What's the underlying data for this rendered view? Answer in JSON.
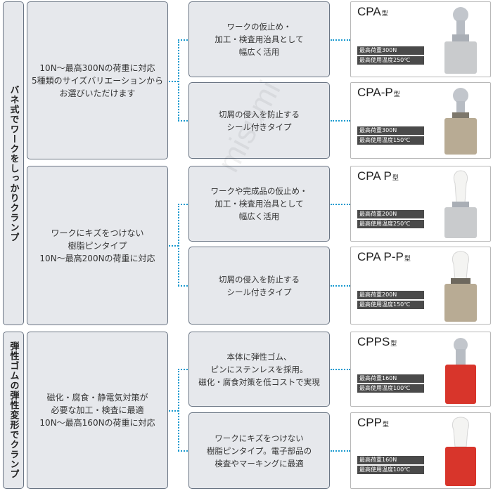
{
  "sections": [
    {
      "label": "バネ式でワークをしっかりクランプ"
    },
    {
      "label": "弾性ゴムの弾性変形でクランプ"
    }
  ],
  "groups": [
    {
      "text": "10N～最高300Nの荷重に対応\n5種類のサイズバリエーションから\nお選びいただけます"
    },
    {
      "text": "ワークにキズをつけない\n樹脂ピンタイプ\n10N～最高200Nの荷重に対応"
    },
    {
      "text": "磁化・腐食・静電気対策が\n必要な加工・検査に最適\n10N～最高160Nの荷重に対応"
    }
  ],
  "features": [
    {
      "text": "ワークの仮止め・\n加工・検査用治具として\n幅広く活用"
    },
    {
      "text": "切屑の侵入を防止する\nシール付きタイプ"
    },
    {
      "text": "ワークや完成品の仮止め・\n加工・検査用治具として\n幅広く活用"
    },
    {
      "text": "切屑の侵入を防止する\nシール付きタイプ"
    },
    {
      "text": "本体に弾性ゴム、\nピンにステンレスを採用。\n磁化・腐食対策を低コストで実現"
    },
    {
      "text": "ワークにキズをつけない\n樹脂ピンタイプ。電子部品の\n検査やマーキングに最適"
    }
  ],
  "products": [
    {
      "name": "CPA",
      "suffix": "型",
      "load": "最高荷重300N",
      "temp": "最高使用温度250℃",
      "body_color": "#c9cbcd",
      "tip_color": "#c2c6cc"
    },
    {
      "name": "CPA-P",
      "suffix": "型",
      "load": "最高荷重300N",
      "temp": "最高使用温度150℃",
      "body_color": "#b8ab94",
      "tip_color": "#c2c6cc"
    },
    {
      "name": "CPA P",
      "suffix": "型",
      "load": "最高荷重200N",
      "temp": "最高使用温度250℃",
      "body_color": "#c9cbcd",
      "tip_color": "#f4f4f2"
    },
    {
      "name": "CPA P-P",
      "suffix": "型",
      "load": "最高荷重200N",
      "temp": "最高使用温度150℃",
      "body_color": "#b8ab94",
      "tip_color": "#f4f4f2"
    },
    {
      "name": "CPPS",
      "suffix": "型",
      "load": "最高荷重160N",
      "temp": "最高使用温度100℃",
      "body_color": "#d8352b",
      "tip_color": "#c2c6cc"
    },
    {
      "name": "CPP",
      "suffix": "型",
      "load": "最高荷重160N",
      "temp": "最高使用温度100℃",
      "body_color": "#d8352b",
      "tip_color": "#f4f4f2"
    }
  ],
  "colors": {
    "connector": "#1b9acf",
    "box_fill": "#e6e8ec",
    "box_border": "#6a7584",
    "spec_bg": "#4a4a4a"
  },
  "watermark": "misumi"
}
